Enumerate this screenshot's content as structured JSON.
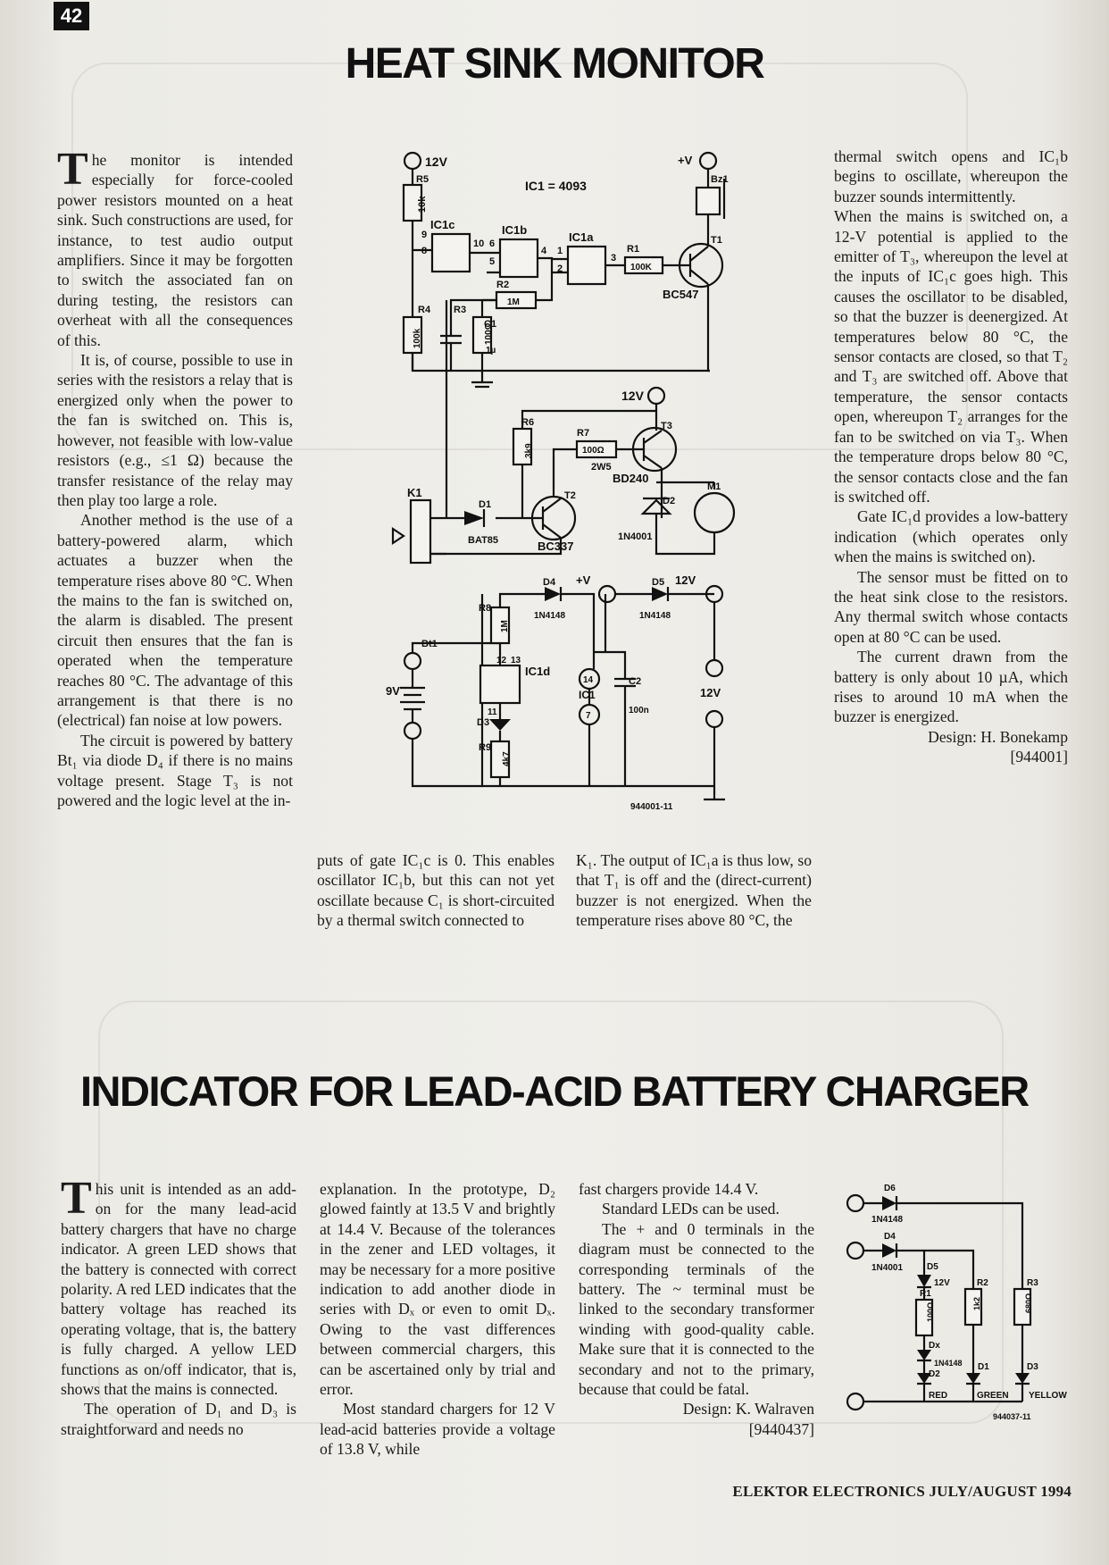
{
  "page_number": "42",
  "article1": {
    "title": "HEAT SINK MONITOR",
    "col1": [
      "he monitor is intended especially for force-cooled power resistors mounted on a heat sink. Such constructions are used, for instance, to test audio output amplifiers. Since it may be forgotten to switch the associated fan on during testing, the resistors can overheat with all the consequences of this.",
      "It is, of course, possible to use in series with the resistors a relay that is energized only when the power to the fan is switched on. This is, however, not feasible with low-value resistors (e.g., ≤1 Ω) because the transfer resistance of the relay may then play too large a role.",
      "Another method is the use of a battery-powered alarm, which actuates a buzzer when the temperature rises above 80 °C. When the mains to the fan is switched on, the alarm is disabled. The present circuit then ensures that the fan is operated when the temperature reaches 80 °C. The advantage of this arrangement is that there is no (electrical) fan noise at low powers.",
      "The circuit is powered by battery Bt₁ via diode D₄ if there is no mains voltage present. Stage T₃ is not powered and the logic level at the in-"
    ],
    "col2": "puts of gate IC₁c is 0. This enables oscillator IC₁b, but this can not yet oscillate because C₁ is short-circuited by a thermal switch connected to",
    "col3": "K₁. The output of IC₁a is thus low, so that T₁ is off and the (direct-current) buzzer is not energized. When the temperature rises above 80 °C, the",
    "col4": [
      "thermal switch opens and IC₁b begins to oscillate, whereupon the buzzer sounds intermittently.",
      "When the mains is switched on, a 12-V potential is applied to the emitter of T₃, whereupon the level at the inputs of IC₁c goes high. This causes the oscillator to be disabled, so that the buzzer is deenergized. At temperatures below 80 °C, the sensor contacts are closed, so that T₂ and T₃ are switched off. Above that temperature, the sensor contacts open, whereupon T₂ arranges for the fan to be switched on via T₃. When the temperature drops below 80 °C, the sensor contacts close and the fan is switched off.",
      "Gate IC₁d provides a low-battery indication (which operates only when the mains is switched on).",
      "The sensor must be fitted on to the heat sink close to the resistors. Any thermal switch whose contacts open at 80 °C can be used.",
      "The current drawn from the battery is only about 10 µA, which rises to around 10 mA when the buzzer is energized."
    ],
    "design": "Design: H. Bonekamp",
    "code": "[944001]"
  },
  "schematic1": {
    "labels": {
      "plus12v_top": "12V",
      "ic1": "IC1 = 4093",
      "r5": "R5",
      "r5v": "10k",
      "ic1c": "IC1c",
      "ic1b": "IC1b",
      "ic1a": "IC1a",
      "r1": "R1",
      "r1v": "100K",
      "r2": "R2",
      "r2v": "1M",
      "r3": "R3",
      "r3v": "100Ω",
      "r4": "R4",
      "r4v": "100k",
      "c1": "C1",
      "c1v": "1µ",
      "t1": "T1",
      "bc547": "BC547",
      "vplus": "+V",
      "bz1": "Bz1",
      "p9": "9",
      "p8": "8",
      "p10": "10",
      "p6": "6",
      "p5": "5",
      "p4": "4",
      "p1": "1",
      "p2": "2",
      "p3": "3",
      "plus12v_mid": "12V",
      "r6": "R6",
      "r6v": "3k9",
      "r7": "R7",
      "r7v": "100Ω",
      "r7w": "2W5",
      "t3": "T3",
      "bd240": "BD240",
      "d2": "D2",
      "d2v": "1N4001",
      "m1": "M1",
      "k1": "K1",
      "d1": "D1",
      "bat85": "BAT85",
      "t2": "T2",
      "bc337": "BC337",
      "d4": "D4",
      "d4v": "1N4148",
      "d5": "D5",
      "d5v": "1N4148",
      "vplus2": "+V",
      "v12": "12V",
      "r8": "R8",
      "r8v": "1M",
      "bt1": "Bt1",
      "v9": "9V",
      "p12": "12",
      "p13": "13",
      "ic1d": "IC1d",
      "p11": "11",
      "d3": "D3",
      "r9": "R9",
      "r9v": "4k7",
      "p14": "14",
      "p7": "7",
      "ic1s": "IC1",
      "c2": "C2",
      "c2v": "100n",
      "v12b": "12V",
      "code": "944001-11"
    }
  },
  "article2": {
    "title": "INDICATOR FOR LEAD-ACID BATTERY CHARGER",
    "col1": [
      "his unit is intended as an add-on for the many lead-acid battery chargers that have no charge indicator. A green LED shows that the battery is connected with correct polarity. A red LED indicates that the battery voltage has reached its operating voltage, that is, the battery is fully charged. A yellow LED functions as on/off indicator, that is, shows that the mains is connected.",
      "The operation of D₁ and D₃ is straightforward and needs no"
    ],
    "col2": [
      "explanation. In the prototype, D₂ glowed faintly at 13.5 V and brightly at 14.4 V. Because of the tolerances in the zener and LED voltages, it may be necessary for a more positive indication to add another diode in series with Dₓ or even to omit Dₓ. Owing to the vast differences between commercial chargers, this can be ascertained only by trial and error.",
      "Most standard chargers for 12 V lead-acid batteries provide a voltage of 13.8 V, while"
    ],
    "col3": [
      "fast chargers provide 14.4 V.",
      "Standard LEDs can be used.",
      "The + and 0 terminals in the diagram must be connected to the corresponding terminals of the battery. The ~ terminal must be linked to the secondary transformer winding with good-quality cable. Make sure that it is connected to the secondary and not to the primary, because that could be fatal."
    ],
    "design": "Design: K. Walraven",
    "code": "[9440437]"
  },
  "schematic2": {
    "labels": {
      "d6": "D6",
      "d6v": "1N4148",
      "d4": "D4",
      "d4v": "1N4001",
      "d5": "D5",
      "v12": "12V",
      "r1": "R1",
      "r1v": "100Ω",
      "r2": "R2",
      "r2v": "1k2",
      "r3": "R3",
      "r3v": "680Ω",
      "dx": "Dx",
      "dxv": "1N4148",
      "d2": "D2",
      "d1": "D1",
      "d3": "D3",
      "red": "RED",
      "green": "GREEN",
      "yellow": "YELLOW",
      "code": "944037-11"
    }
  },
  "footer": "ELEKTOR ELECTRONICS JULY/AUGUST 1994"
}
